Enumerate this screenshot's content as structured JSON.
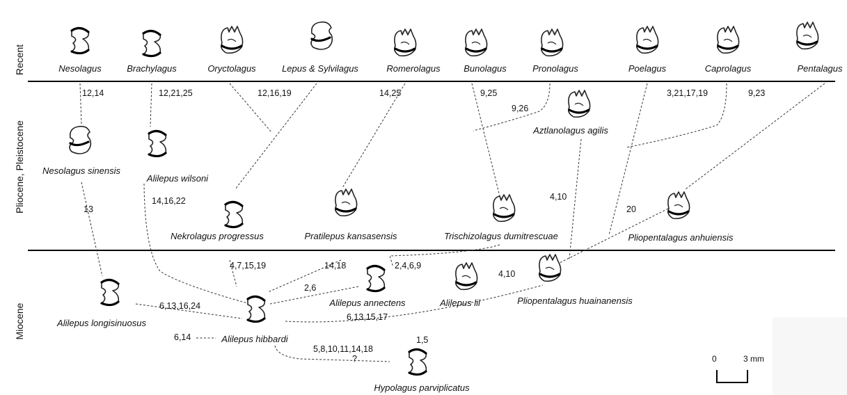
{
  "epochs": {
    "recent": "Recent",
    "plio_pleistocene": "Pliocene, Pleistocene",
    "miocene": "Miocene"
  },
  "taxa": {
    "nesolagus": "Nesolagus",
    "brachylagus": "Brachylagus",
    "oryctolagus": "Oryctolagus",
    "lepus_sylvilagus": "Lepus & Sylvilagus",
    "romerolagus": "Romerolagus",
    "bunolagus": "Bunolagus",
    "pronolagus": "Pronolagus",
    "poelagus": "Poelagus",
    "caprolagus": "Caprolagus",
    "pentalagus": "Pentalagus",
    "nesolagus_sinensis": "Nesolagus sinensis",
    "alilepus_wilsoni": "Alilepus wilsoni",
    "aztlanolagus_agilis": "Aztlanolagus agilis",
    "nekrolagus_progressus": "Nekrolagus progressus",
    "pratilepus_kansasensis": "Pratilepus kansasensis",
    "trischizolagus_dumitrescuae": "Trischizolagus dumitrescuae",
    "pliopentalagus_anhuiensis": "Pliopentalagus anhuiensis",
    "alilepus_longisinuosus": "Alilepus longisinuosus",
    "alilepus_hibbardi": "Alilepus hibbardi",
    "alilepus_annectens": "Alilepus annectens",
    "alilepus_lii": "Alilepus lii",
    "pliopentalagus_huainanensis": "Pliopentalagus huainanensis",
    "hypolagus_parviplicatus": "Hypolagus parviplicatus"
  },
  "refs": {
    "nesolagus": "12,14",
    "brachylagus": "12,21,25",
    "oryctolagus_lepus": "12,16,19",
    "romerolagus": "14,25",
    "bunolagus": "9,25",
    "pronolagus": "9,26",
    "poelagus_caprolagus": "3,21,17,19",
    "pentalagus": "9,23",
    "nesolagus_sinensis": "13",
    "nekrolagus": "14,16,22",
    "aztlanolagus": "4,10",
    "pliopentalagus_anhuiensis": "20",
    "hibbardi_nekrolagus": "4,7,15,19",
    "hibbardi_pratilepus": "14,18",
    "trischizolagus": "2,4,6,9",
    "pliopentalagus_huainanensis": "4,10",
    "annectens": "2,6",
    "longisinuosus": "6,13,16,24",
    "hibbardi_lii": "6,13,15,17",
    "hibbardi_base": "6,14",
    "hypolagus": "5,8,10,11,14,18",
    "hypolagus_query": "?",
    "hypolagus_side": "1,5"
  },
  "scale_bar": {
    "zero": "0",
    "value": "3 mm"
  }
}
